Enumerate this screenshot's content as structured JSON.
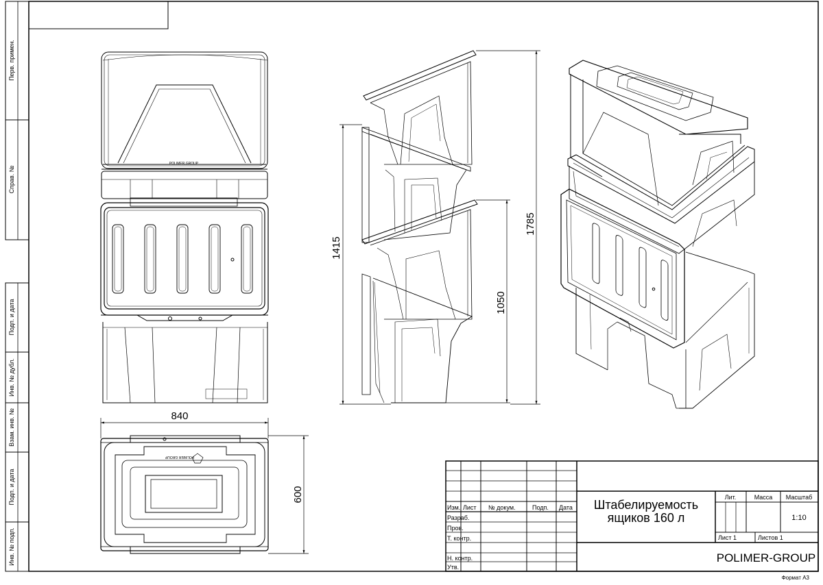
{
  "side_stamp": {
    "cells": [
      "Перв. примен.",
      "Справ. №",
      "Подп. и дата",
      "Инв. № дубл.",
      "Взам. инв. №",
      "Подп. и дата",
      "Инв. № подп."
    ]
  },
  "dimensions": {
    "width_front": "840",
    "depth_top": "600",
    "stack_two": "1415",
    "stack_three": "1785",
    "single": "1050"
  },
  "logo": {
    "text": "POLIMER GROUP"
  },
  "title_block": {
    "headers": {
      "izm": "Изм.",
      "list": "Лист",
      "doc": "№ докум.",
      "podp": "Подп.",
      "data": "Дата"
    },
    "rows": [
      "Разраб.",
      "Пров.",
      "Т. контр.",
      "",
      "Н. контр.",
      "Утв."
    ],
    "title_line1": "Штабелируемость",
    "title_line2": "ящиков 160 л",
    "lit": "Лит.",
    "mass": "Масса",
    "scale_label": "Масштаб",
    "scale": "1:10",
    "sheet": "Лист 1",
    "sheets": "Листов 1",
    "company": "POLIMER-GROUP"
  },
  "format": "Формат А3"
}
